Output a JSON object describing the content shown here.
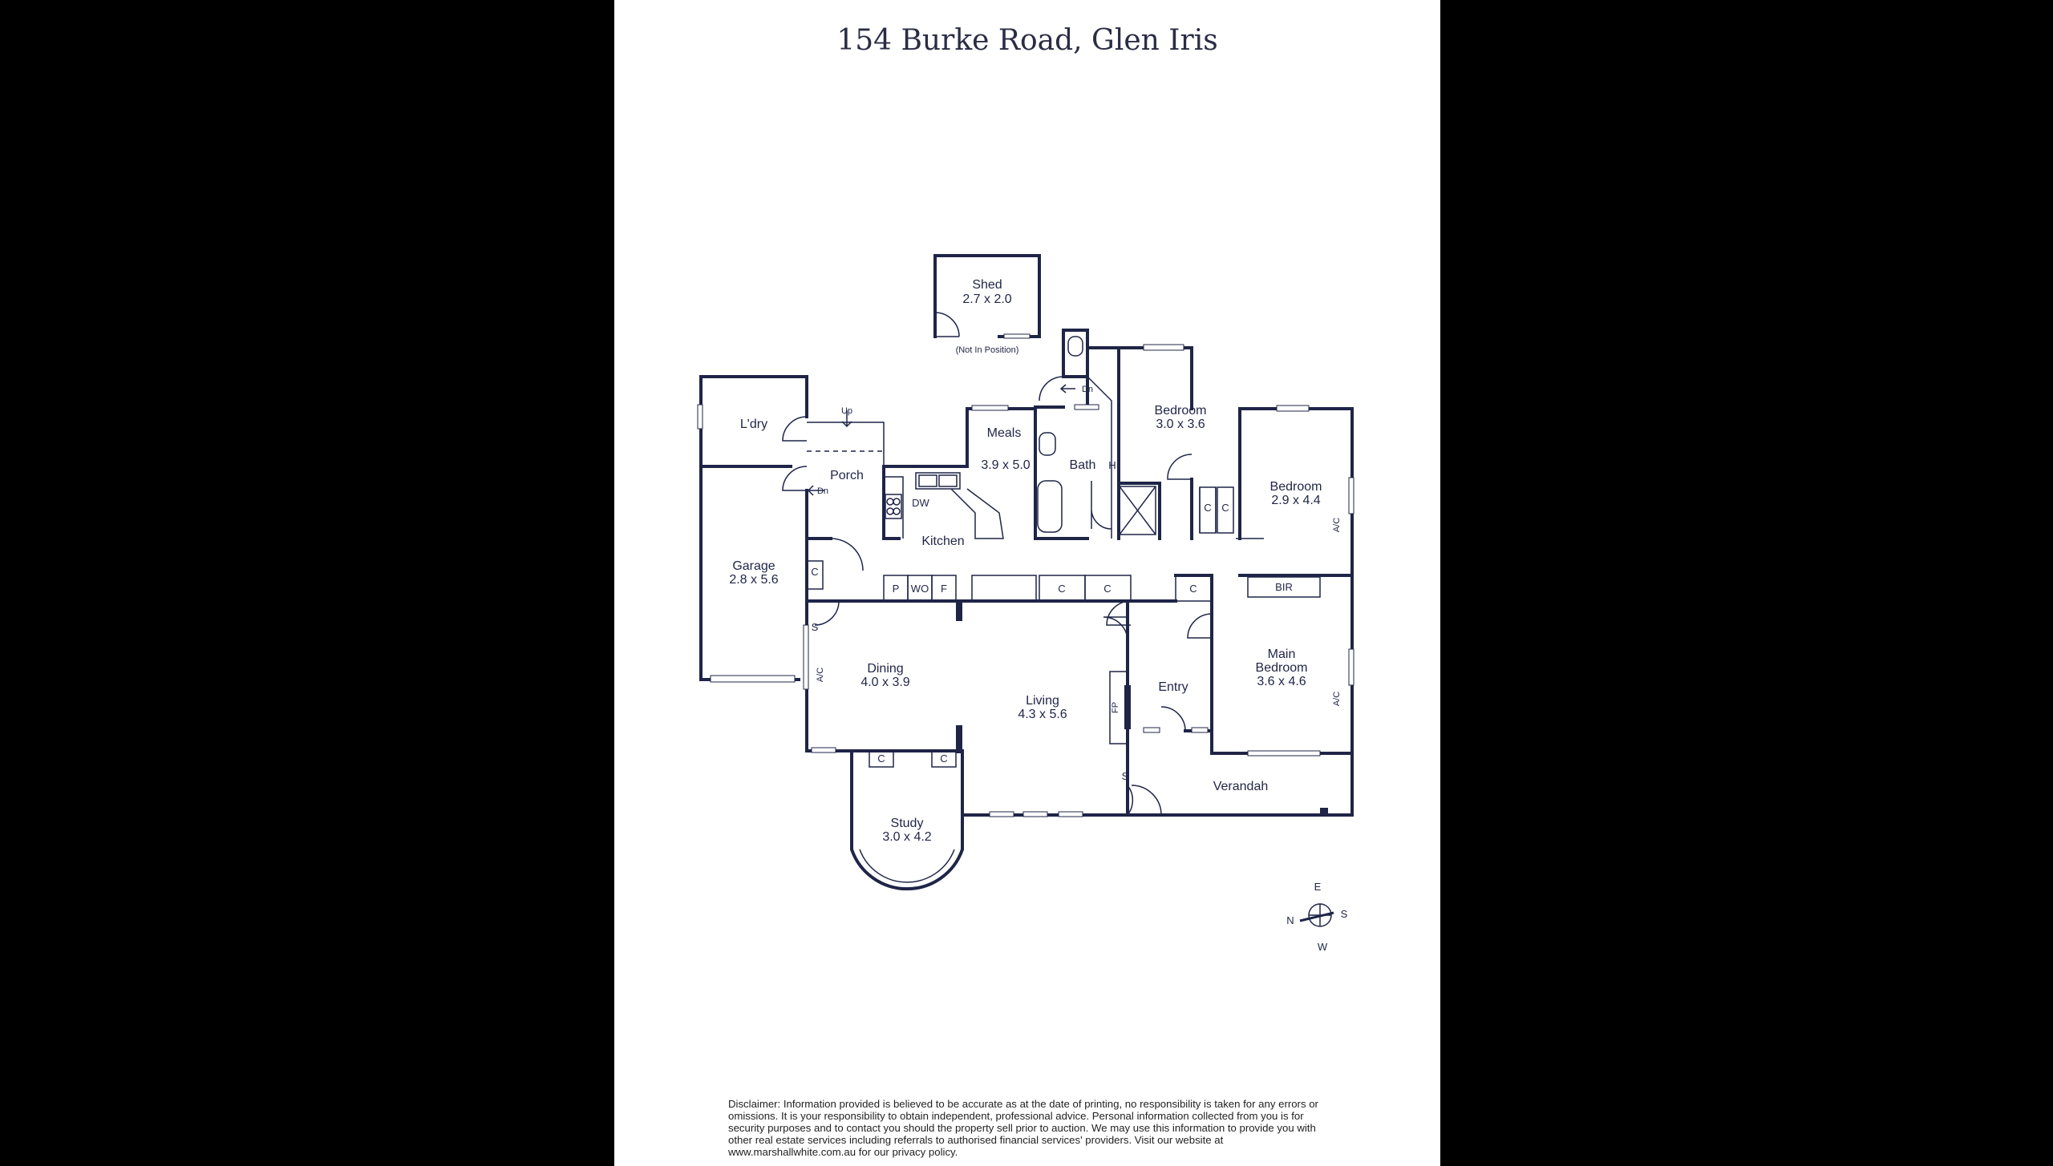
{
  "title": "154 Burke Road, Glen Iris",
  "rooms": {
    "shed": {
      "name": "Shed",
      "size": "2.7 x 2.0",
      "note": "(Not In Position)"
    },
    "laundry": {
      "name": "L'dry"
    },
    "porch": {
      "name": "Porch"
    },
    "garage": {
      "name": "Garage",
      "size": "2.8 x 5.6"
    },
    "meals": {
      "name": "Meals",
      "size": "3.9 x 5.0"
    },
    "kitchen": {
      "name": "Kitchen"
    },
    "bath": {
      "name": "Bath"
    },
    "bedroom1": {
      "name": "Bedroom",
      "size": "3.0 x 3.6"
    },
    "bedroom2": {
      "name": "Bedroom",
      "size": "2.9 x 4.4"
    },
    "main_bedroom": {
      "name_line1": "Main",
      "name_line2": "Bedroom",
      "size": "3.6 x 4.6"
    },
    "dining": {
      "name": "Dining",
      "size": "4.0 x 3.9"
    },
    "living": {
      "name": "Living",
      "size": "4.3 x 5.6"
    },
    "entry": {
      "name": "Entry"
    },
    "verandah": {
      "name": "Verandah"
    },
    "study": {
      "name": "Study",
      "size": "3.0 x 4.2"
    }
  },
  "fixtures": {
    "up": "Up",
    "dn": "Dn",
    "dw": "DW",
    "p": "P",
    "wo": "WO",
    "f": "F",
    "c": "C",
    "bir": "BIR",
    "h": "H",
    "s": "S",
    "fp": "FP",
    "ac": "A/C"
  },
  "compass": {
    "n": "N",
    "e": "E",
    "s": "S",
    "w": "W"
  },
  "disclaimer": "Disclaimer: Information provided is believed to be accurate as at the date of printing, no responsibility is taken for any errors or omissions. It is your responsibility to obtain independent, professional advice. Personal information collected from you is for security purposes and to contact you should the property sell prior to auction. We may use this information to provide you with other real estate services including referrals to authorised financial services' providers. Visit our website at www.marshallwhite.com.au for our privacy policy."
}
